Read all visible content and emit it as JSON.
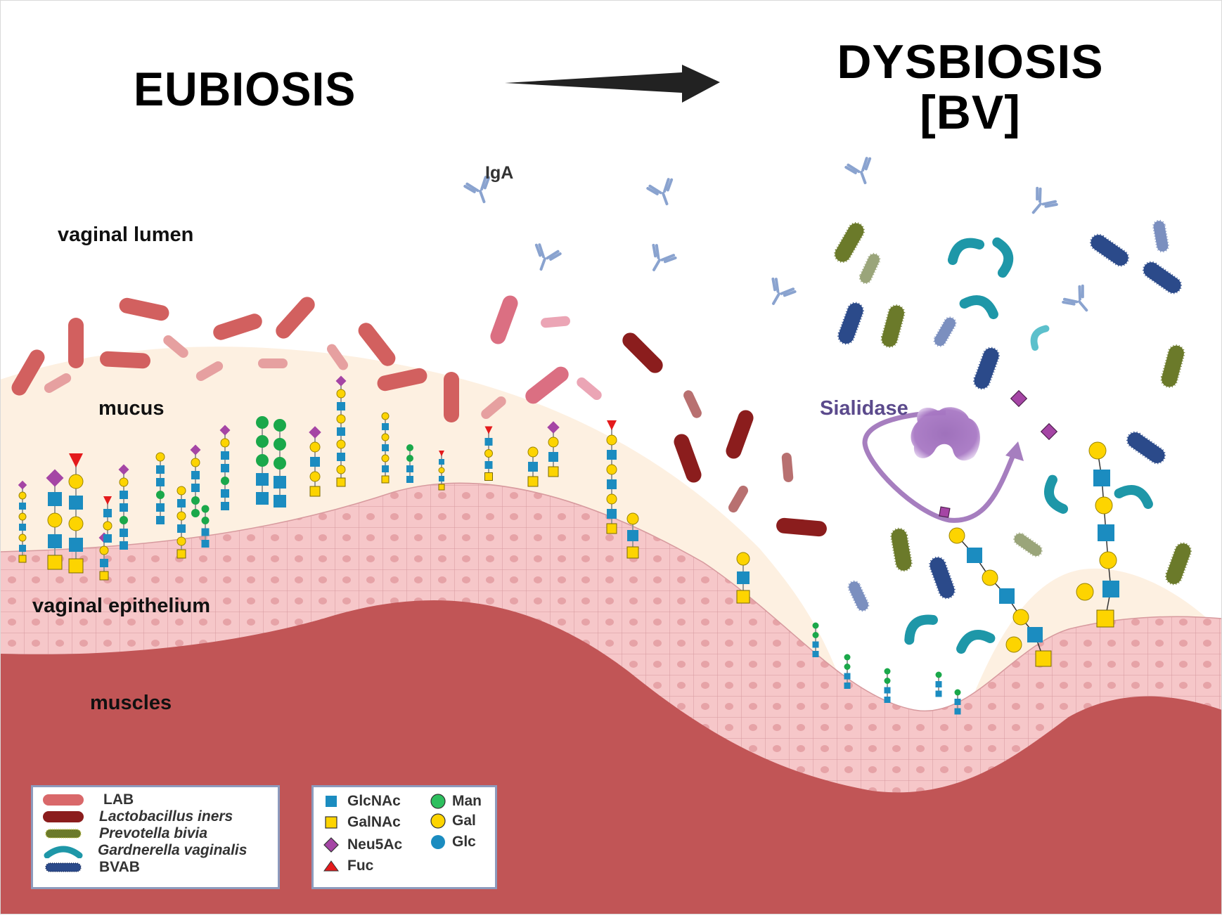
{
  "titles": {
    "left": "EUBIOSIS",
    "right_line1": "DYSBIOSIS",
    "right_line2": "[BV]"
  },
  "region_labels": {
    "lumen": "vaginal lumen",
    "mucus": "mucus",
    "epithelium": "vaginal epithelium",
    "muscles": "muscles",
    "antibody": "IgA",
    "enzyme": "Sialidase"
  },
  "colors": {
    "lab": "#d2605f",
    "lab_light": "#e6a0a0",
    "lab_pink": "#db6f82",
    "l_iners": "#8b1d1d",
    "prevotella": "#6b7a2a",
    "gardnerella": "#1e97a8",
    "bvab": "#2b4a8a",
    "igA": "#8aa3cf",
    "mucus": "#fdf0e1",
    "epithelium": "#f5c6c8",
    "muscle": "#c15556",
    "sialidase": "#9a6ab8",
    "glcnac": "#1b8cc0",
    "galnac": "#fdd400",
    "neu5ac": "#a545a5",
    "fuc": "#e41a1c",
    "man": "#1aa84a",
    "gal": "#fdd400",
    "glc": "#1b8cc0"
  },
  "legend_bacteria": {
    "items": [
      {
        "label": "LAB",
        "italic": false,
        "icon": "rod-icon",
        "color": "#d9686a"
      },
      {
        "label": "Lactobacillus iners",
        "italic": true,
        "icon": "rod-icon",
        "color": "#8b1d1d"
      },
      {
        "label": "Prevotella bivia",
        "italic": true,
        "icon": "spiked-rod-icon",
        "color": "#6b7a2a"
      },
      {
        "label": "Gardnerella vaginalis",
        "italic": true,
        "icon": "curved-rod-icon",
        "color": "#1e97a8"
      },
      {
        "label": "BVAB",
        "italic": false,
        "icon": "spiked-rod-icon",
        "color": "#2b4a8a"
      }
    ]
  },
  "legend_glycans": {
    "items": [
      {
        "label": "GlcNAc",
        "shape": "square",
        "color": "#1b8cc0"
      },
      {
        "label": "GalNAc",
        "shape": "square",
        "color": "#fdd400"
      },
      {
        "label": "Neu5Ac",
        "shape": "diamond",
        "color": "#a545a5"
      },
      {
        "label": "Fuc",
        "shape": "triangle",
        "color": "#e41a1c"
      },
      {
        "label": "Man",
        "shape": "circle",
        "color": "#2dbf5e"
      },
      {
        "label": "Gal",
        "shape": "circle",
        "color": "#fdd400"
      },
      {
        "label": "Glc",
        "shape": "circle",
        "color": "#1b8cc0"
      }
    ]
  }
}
